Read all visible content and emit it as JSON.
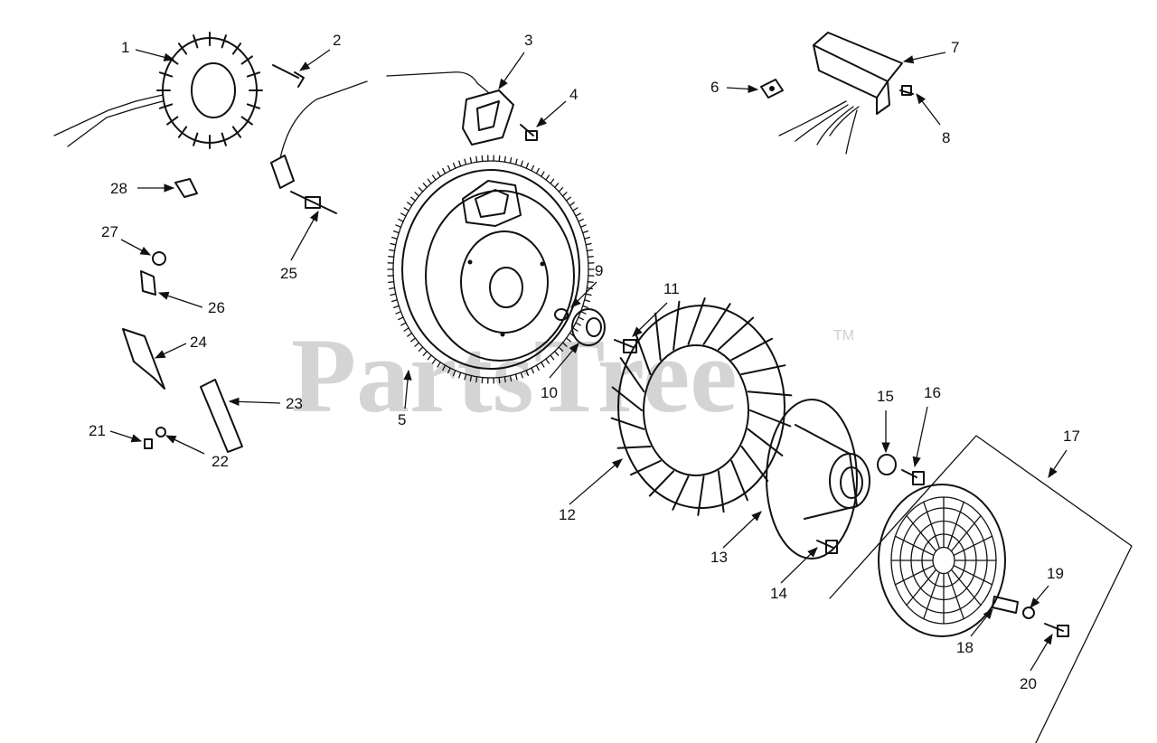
{
  "watermark": {
    "text": "PartsTree",
    "trademark": "TM"
  },
  "callouts": [
    "1",
    "2",
    "3",
    "4",
    "5",
    "6",
    "7",
    "8",
    "9",
    "10",
    "11",
    "12",
    "13",
    "14",
    "15",
    "16",
    "17",
    "18",
    "19",
    "20",
    "21",
    "22",
    "23",
    "24",
    "25",
    "26",
    "27",
    "28"
  ],
  "colors": {
    "ink": "#111111",
    "watermark": "#d4d4d4",
    "background": "#ffffff"
  }
}
